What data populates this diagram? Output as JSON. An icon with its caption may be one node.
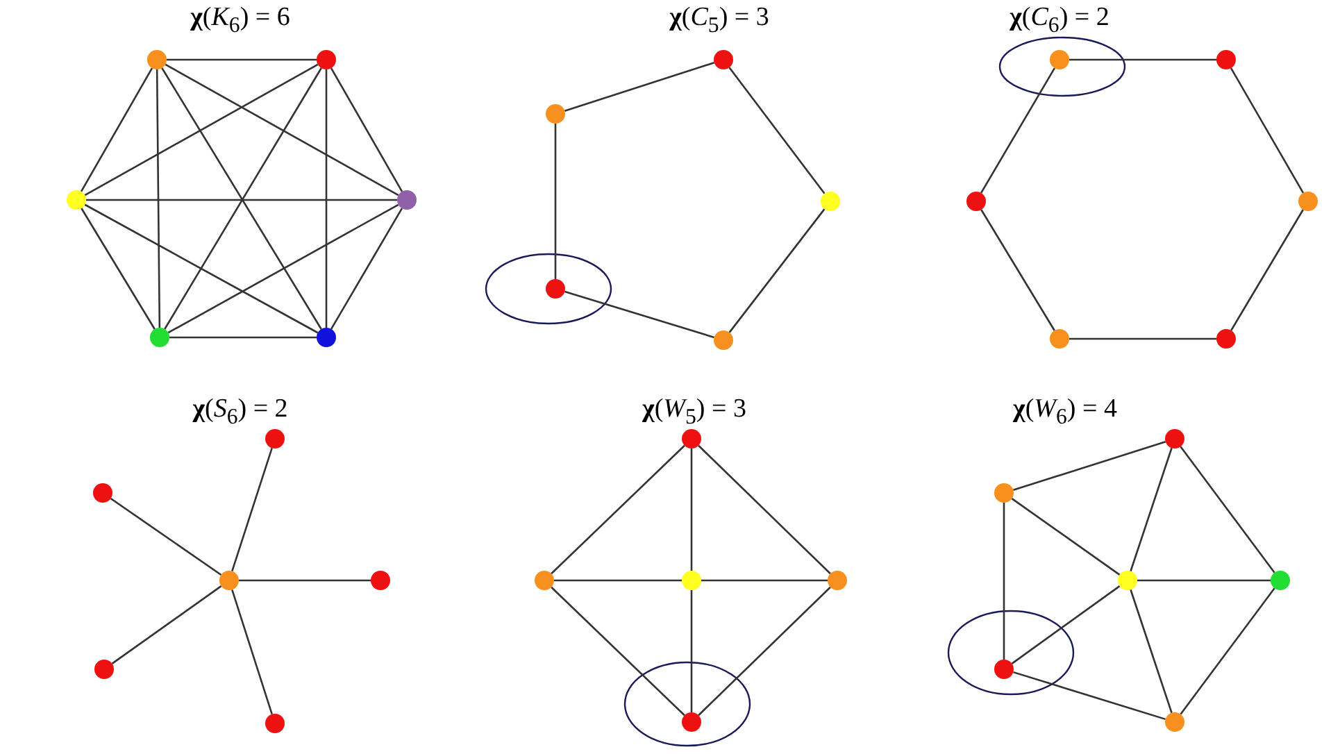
{
  "diagram": {
    "nodes": [
      {
        "text": [],
        "shape": "circle"
      },
      {
        "text": [],
        "shape": "circle"
      },
      {
        "text": [],
        "shape": "circle"
      },
      {
        "text": [],
        "shape": "circle"
      },
      {
        "text": [],
        "shape": "circle"
      },
      {
        "text": [],
        "shape": "circle"
      },
      {
        "text": [],
        "shape": "circle"
      },
      {
        "text": [],
        "shape": "circle"
      },
      {
        "text": [],
        "shape": "circle"
      },
      {
        "text": [],
        "shape": "circle"
      },
      {
        "text": [],
        "shape": "circle"
      },
      {
        "text": [],
        "shape": "circle"
      },
      {
        "text": [],
        "shape": "circle"
      },
      {
        "text": [],
        "shape": "circle"
      },
      {
        "text": [],
        "shape": "circle"
      },
      {
        "text": [],
        "shape": "circle"
      },
      {
        "text": [],
        "shape": "circle"
      },
      {
        "text": [],
        "shape": "circle"
      },
      {
        "text": [],
        "shape": "circle"
      },
      {
        "text": [],
        "shape": "circle"
      },
      {
        "text": [],
        "shape": "circle"
      },
      {
        "text": [],
        "shape": "circle"
      },
      {
        "text": [],
        "shape": "circle"
      },
      {
        "text": [],
        "shape": "circle"
      },
      {
        "text": [],
        "shape": "circle"
      },
      {
        "text": [],
        "shape": "circle"
      },
      {
        "text": [],
        "shape": "circle"
      },
      {
        "text": [],
        "shape": "circle"
      },
      {
        "text": [],
        "shape": "circle"
      },
      {
        "text": [],
        "shape": "circle"
      },
      {
        "text": [],
        "shape": "circle"
      },
      {
        "text": [],
        "shape": "circle"
      },
      {
        "text": [],
        "shape": "circle"
      },
      {
        "text": [],
        "shape": "circle"
      }
    ],
    "edges": [
      {
        "from": 0,
        "to": 1,
        "arrow": "none"
      },
      {
        "from": 0,
        "to": 2,
        "arrow": "none"
      },
      {
        "from": 0,
        "to": 3,
        "arrow": "none"
      },
      {
        "from": 0,
        "to": 4,
        "arrow": "none"
      },
      {
        "from": 0,
        "to": 5,
        "arrow": "none"
      },
      {
        "from": 1,
        "to": 2,
        "arrow": "none"
      },
      {
        "from": 1,
        "to": 3,
        "arrow": "none"
      },
      {
        "from": 1,
        "to": 4,
        "arrow": "none"
      },
      {
        "from": 1,
        "to": 5,
        "arrow": "none"
      },
      {
        "from": 2,
        "to": 3,
        "arrow": "none"
      },
      {
        "from": 2,
        "to": 4,
        "arrow": "none"
      },
      {
        "from": 2,
        "to": 5,
        "arrow": "none"
      },
      {
        "from": 3,
        "to": 4,
        "arrow": "none"
      },
      {
        "from": 3,
        "to": 5,
        "arrow": "none"
      },
      {
        "from": 4,
        "to": 5,
        "arrow": "none"
      },
      {
        "from": 7,
        "to": 6,
        "arrow": "none"
      },
      {
        "from": 6,
        "to": 8,
        "arrow": "none"
      },
      {
        "from": 8,
        "to": 10,
        "arrow": "none"
      },
      {
        "from": 10,
        "to": 9,
        "arrow": "none"
      },
      {
        "from": 9,
        "to": 7,
        "arrow": "none"
      },
      {
        "from": 11,
        "to": 12,
        "arrow": "none"
      },
      {
        "from": 12,
        "to": 13,
        "arrow": "none"
      },
      {
        "from": 13,
        "to": 14,
        "arrow": "none"
      },
      {
        "from": 14,
        "to": 15,
        "arrow": "none"
      },
      {
        "from": 15,
        "to": 16,
        "arrow": "none"
      },
      {
        "from": 16,
        "to": 11,
        "arrow": "none"
      },
      {
        "from": 19,
        "to": 17,
        "arrow": "none"
      },
      {
        "from": 19,
        "to": 18,
        "arrow": "none"
      },
      {
        "from": 19,
        "to": 20,
        "arrow": "none"
      },
      {
        "from": 19,
        "to": 21,
        "arrow": "none"
      },
      {
        "from": 19,
        "to": 22,
        "arrow": "none"
      },
      {
        "from": 23,
        "to": 24,
        "arrow": "none"
      },
      {
        "from": 23,
        "to": 26,
        "arrow": "none"
      },
      {
        "from": 23,
        "to": 25,
        "arrow": "none"
      },
      {
        "from": 24,
        "to": 25,
        "arrow": "none"
      },
      {
        "from": 26,
        "to": 25,
        "arrow": "none"
      },
      {
        "from": 27,
        "to": 25,
        "arrow": "none"
      },
      {
        "from": 24,
        "to": 27,
        "arrow": "none"
      },
      {
        "from": 26,
        "to": 27,
        "arrow": "none"
      },
      {
        "from": 29,
        "to": 28,
        "arrow": "none"
      },
      {
        "from": 28,
        "to": 31,
        "arrow": "none"
      },
      {
        "from": 31,
        "to": 33,
        "arrow": "none"
      },
      {
        "from": 33,
        "to": 32,
        "arrow": "none"
      },
      {
        "from": 32,
        "to": 29,
        "arrow": "none"
      },
      {
        "from": 30,
        "to": 28,
        "arrow": "none"
      },
      {
        "from": 30,
        "to": 29,
        "arrow": "none"
      },
      {
        "from": 30,
        "to": 31,
        "arrow": "none"
      },
      {
        "from": 30,
        "to": 32,
        "arrow": "none"
      },
      {
        "from": 30,
        "to": 33,
        "arrow": "none"
      }
    ],
    "labels": [
      "**χ**(*K*$_{6}$) = 6",
      "**χ**(*C*$_{5}$) = 3",
      "**χ**(*C*$_{6}$) = 2",
      "**χ**(*S*$_{6}$) = 2",
      "**χ**(*W*$_{5}$) = 3",
      "**χ**(*W*$_{6}$) = 4"
    ]
  }
}
